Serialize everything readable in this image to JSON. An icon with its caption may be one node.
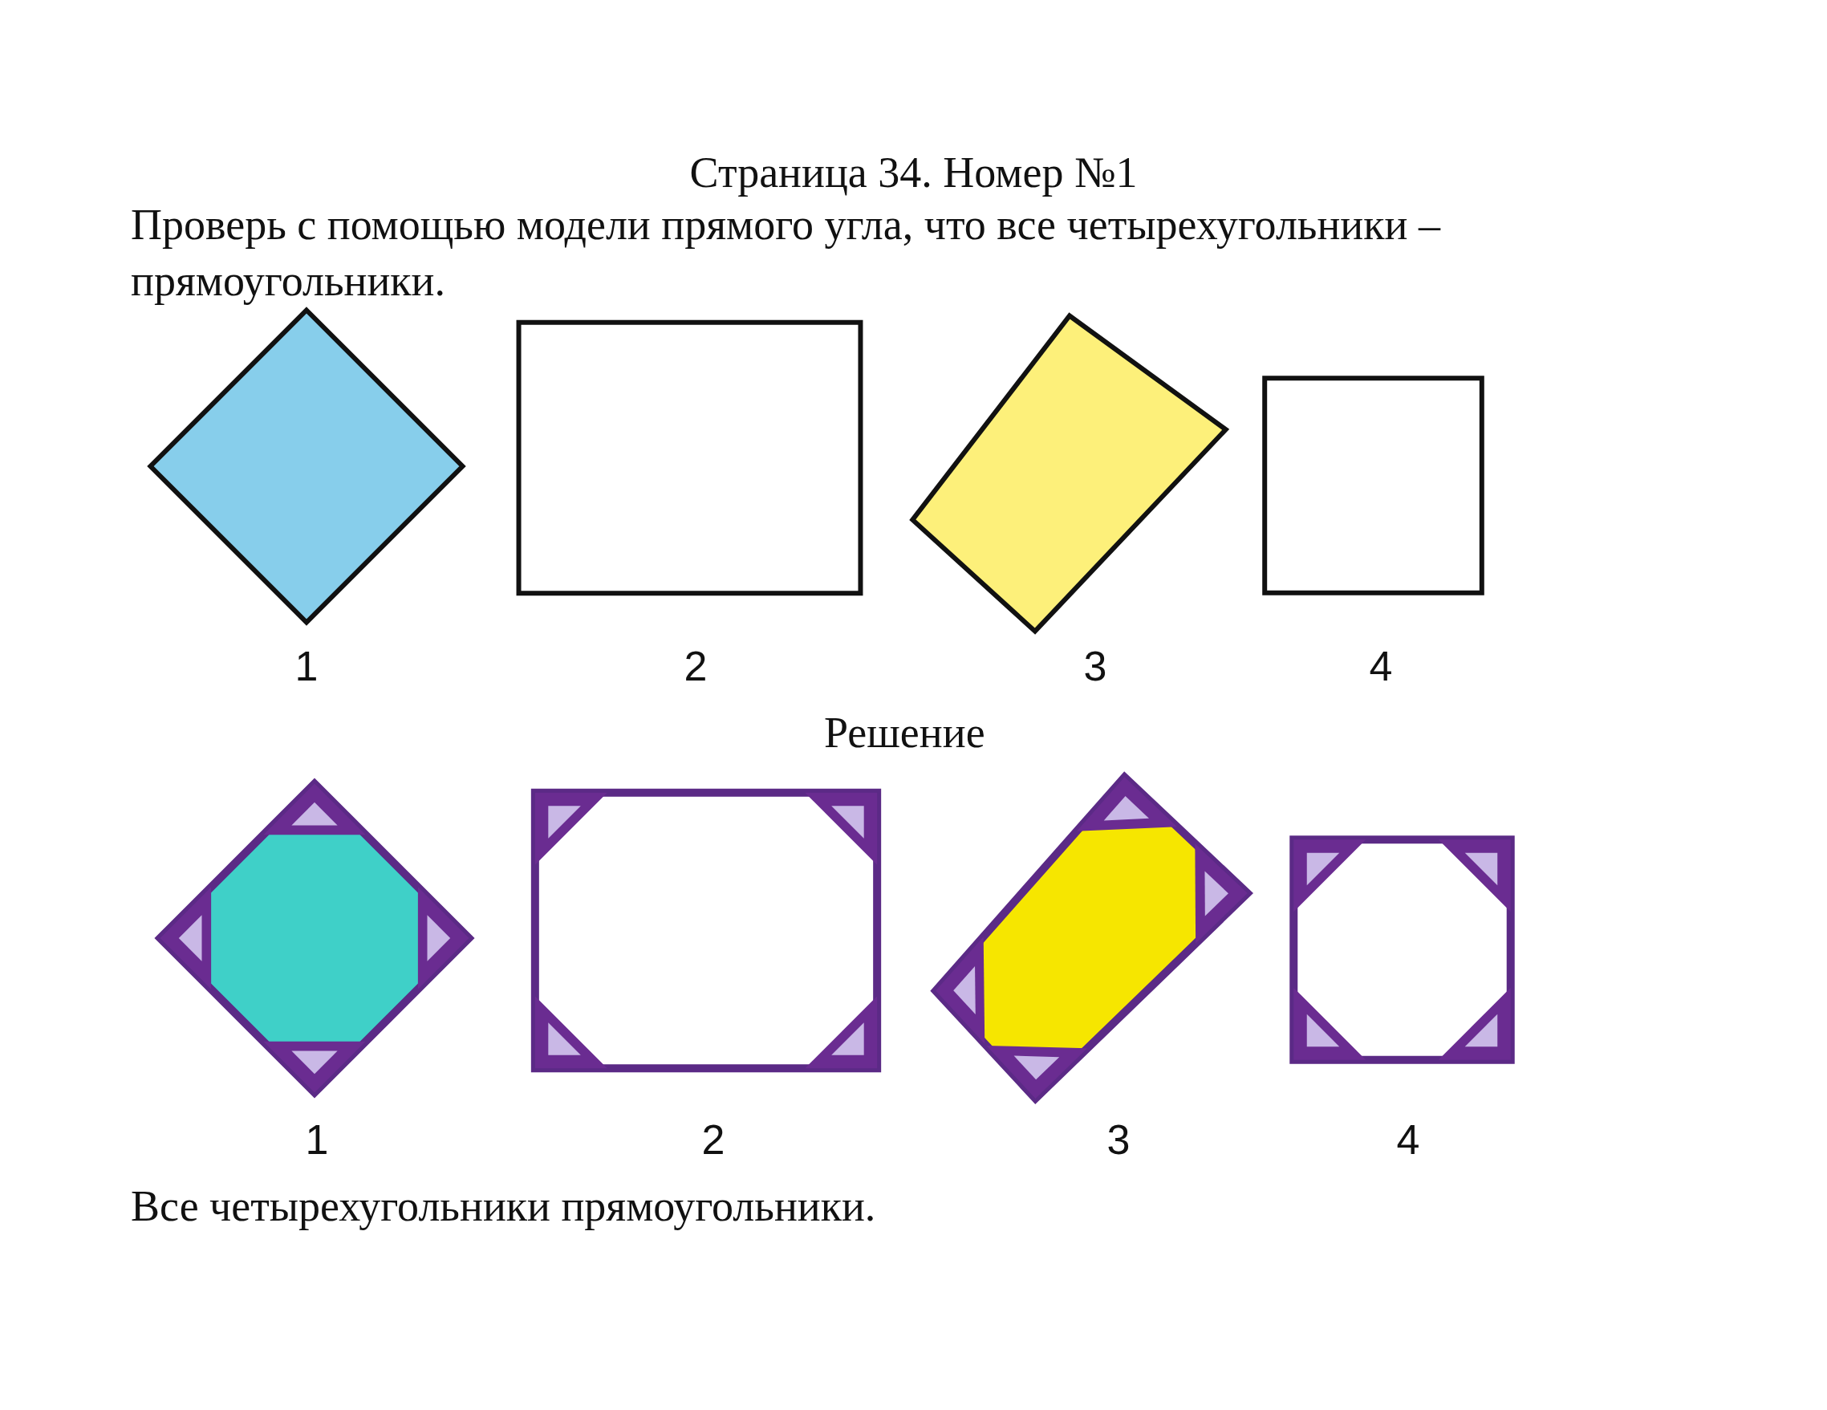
{
  "diagram": {
    "title": "Страница 34. Номер №1",
    "nodes": [
      {
        "text": [],
        "shape": "diamond",
        "beside": [
          "1"
        ]
      },
      {
        "text": [],
        "shape": "box",
        "beside": [
          "2"
        ]
      },
      {
        "text": [],
        "shape": "box",
        "beside": [
          "3"
        ]
      },
      {
        "text": [],
        "shape": "box",
        "beside": [
          "4"
        ]
      },
      {
        "text": [],
        "shape": "diamond",
        "beside": [
          "1"
        ]
      },
      {
        "text": [],
        "shape": "box",
        "beside": [
          "2"
        ]
      },
      {
        "text": [],
        "shape": "box",
        "beside": [
          "3"
        ]
      },
      {
        "text": [],
        "shape": "box",
        "beside": [
          "4"
        ]
      }
    ],
    "labels": [
      "Проверь с помощью модели прямого угла, что все четырехугольники – прямоугольники.",
      "Решение",
      "Все четырехугольники прямоугольники."
    ]
  }
}
